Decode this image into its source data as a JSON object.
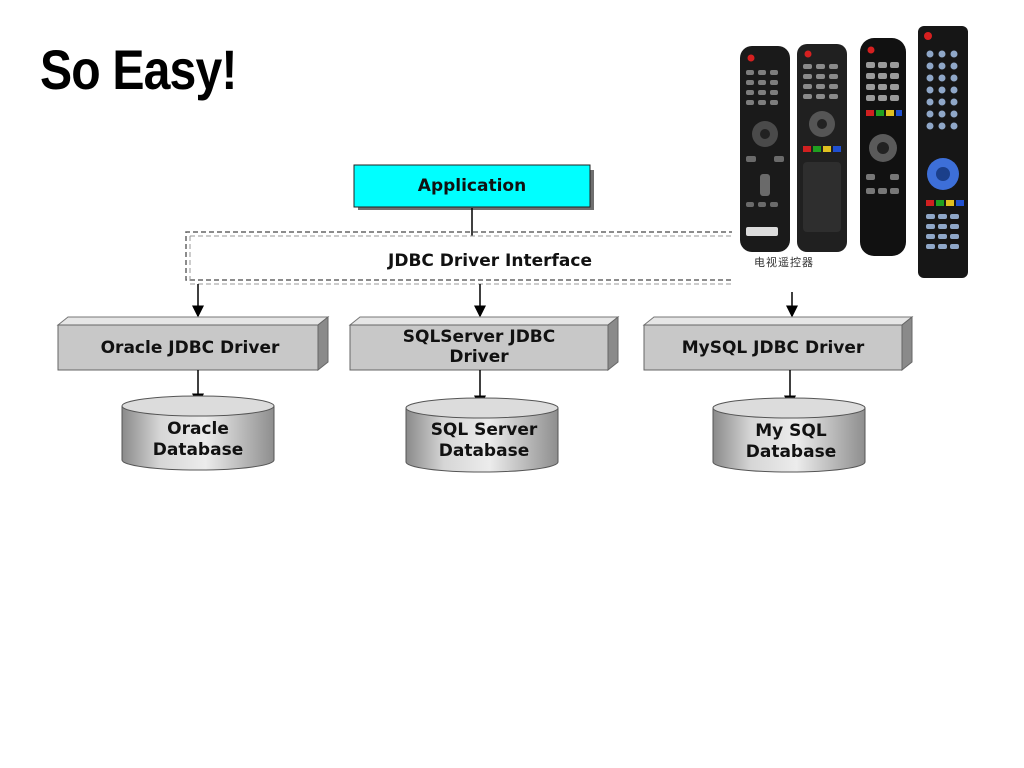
{
  "slide": {
    "title": "So Easy!"
  },
  "diagram": {
    "application_label": "Application",
    "interface_label": "JDBC Driver Interface",
    "drivers": [
      {
        "line1": "Oracle JDBC Driver",
        "line2": ""
      },
      {
        "line1": "SQLServer JDBC",
        "line2": "Driver"
      },
      {
        "line1": "MySQL JDBC Driver",
        "line2": ""
      }
    ],
    "databases": [
      {
        "line1": "Oracle",
        "line2": "Database"
      },
      {
        "line1": "SQL Server",
        "line2": "Database"
      },
      {
        "line1": "My SQL",
        "line2": "Database"
      }
    ],
    "colors": {
      "application_fill": "#00ffff",
      "driver_fill": "#c8c8c8",
      "database_fill": "#c0c0c0"
    }
  },
  "photo": {
    "caption": "电视遥控器",
    "icon": "tv-remote-controls-photo"
  }
}
